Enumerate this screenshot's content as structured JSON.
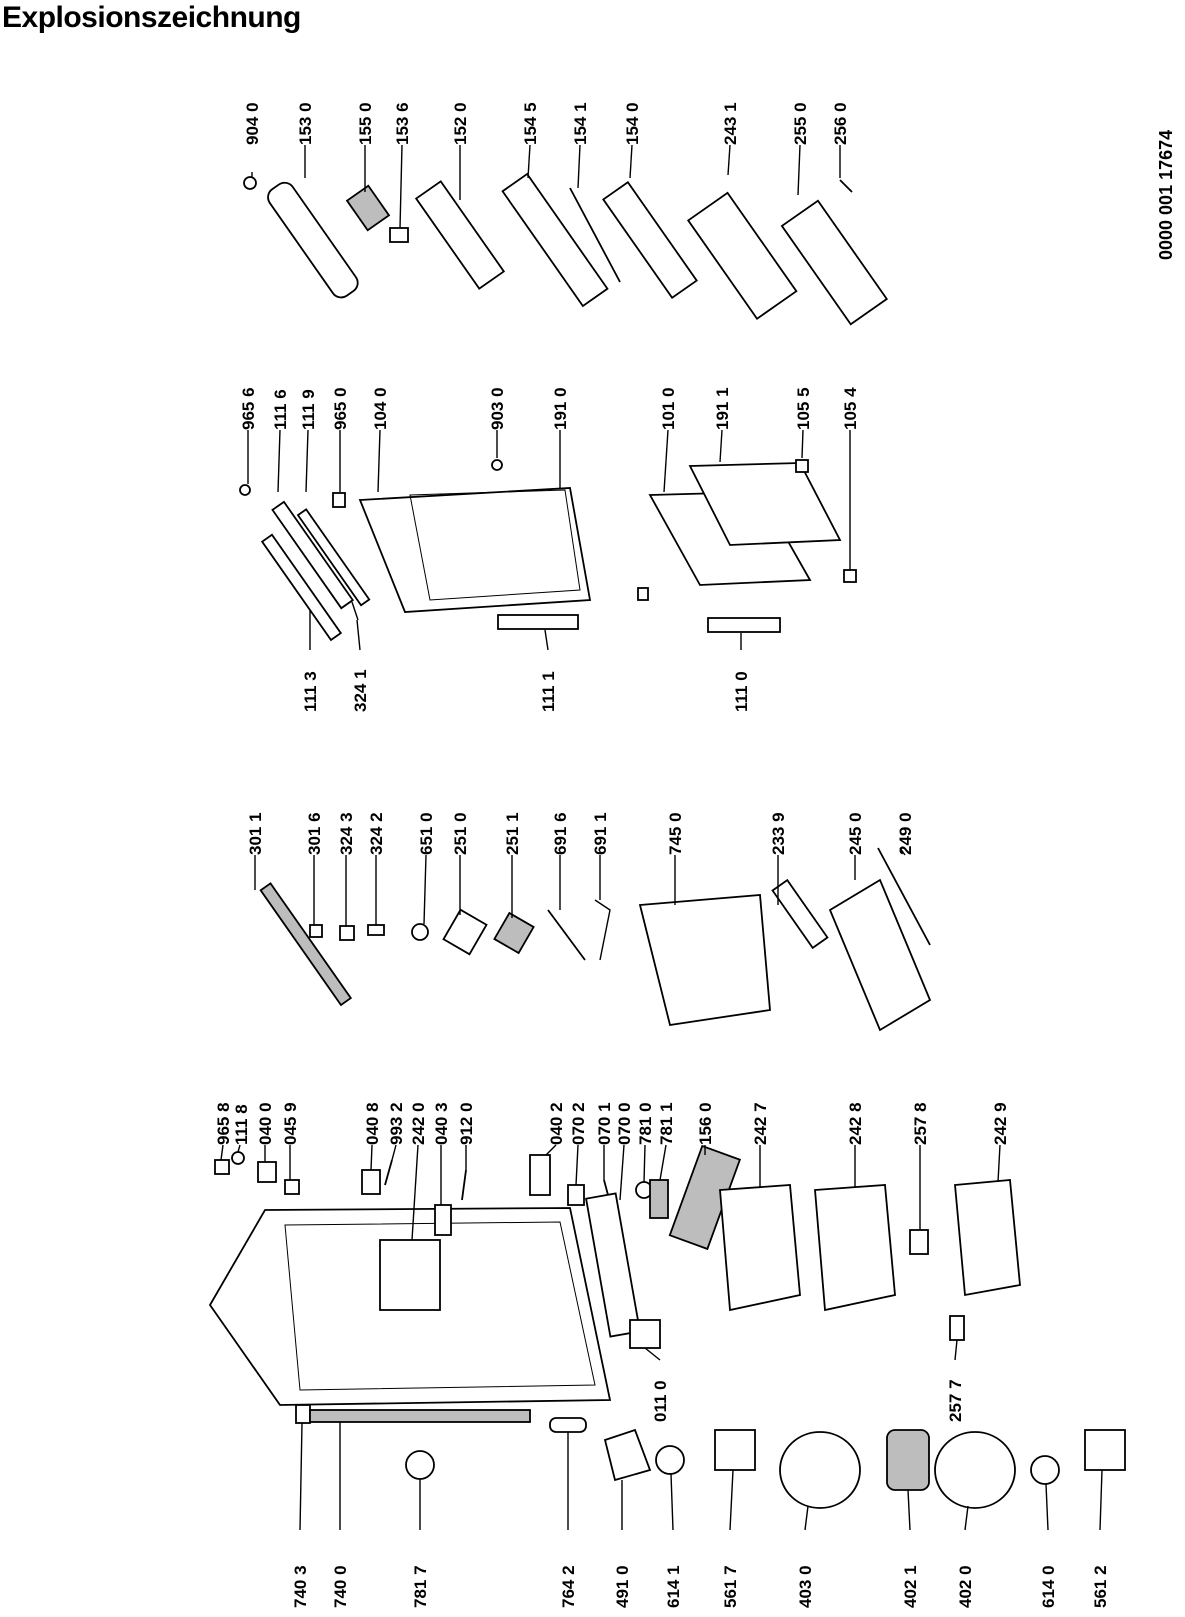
{
  "title": "Explosionszeichnung",
  "document_number": "0000 001 17674",
  "labels": [
    "904 0",
    "153 0",
    "155 0",
    "153 6",
    "152 0",
    "154 5",
    "154 1",
    "154 0",
    "243 1",
    "255 0",
    "256 0",
    "965 6",
    "111 6",
    "111 9",
    "965 0",
    "104 0",
    "903 0",
    "191 0",
    "101 0",
    "191 1",
    "105 5",
    "105 4",
    "111 3",
    "324 1",
    "111 1",
    "111 0",
    "301 1",
    "301 6",
    "324 3",
    "324 2",
    "651 0",
    "251 0",
    "251 1",
    "691 6",
    "691 1",
    "745 0",
    "233 9",
    "245 0",
    "249 0",
    "965 8",
    "111 8",
    "040 0",
    "045 9",
    "040 8",
    "993 2",
    "242 0",
    "040 3",
    "912 0",
    "040 2",
    "070 2",
    "070 1",
    "070 0",
    "781 0",
    "781 1",
    "156 0",
    "242 7",
    "242 8",
    "257 8",
    "242 9",
    "011 0",
    "257 7",
    "740 3",
    "740 0",
    "781 7",
    "764 2",
    "491 0",
    "614 1",
    "561 7",
    "403 0",
    "402 1",
    "402 0",
    "614 0",
    "561 2"
  ]
}
